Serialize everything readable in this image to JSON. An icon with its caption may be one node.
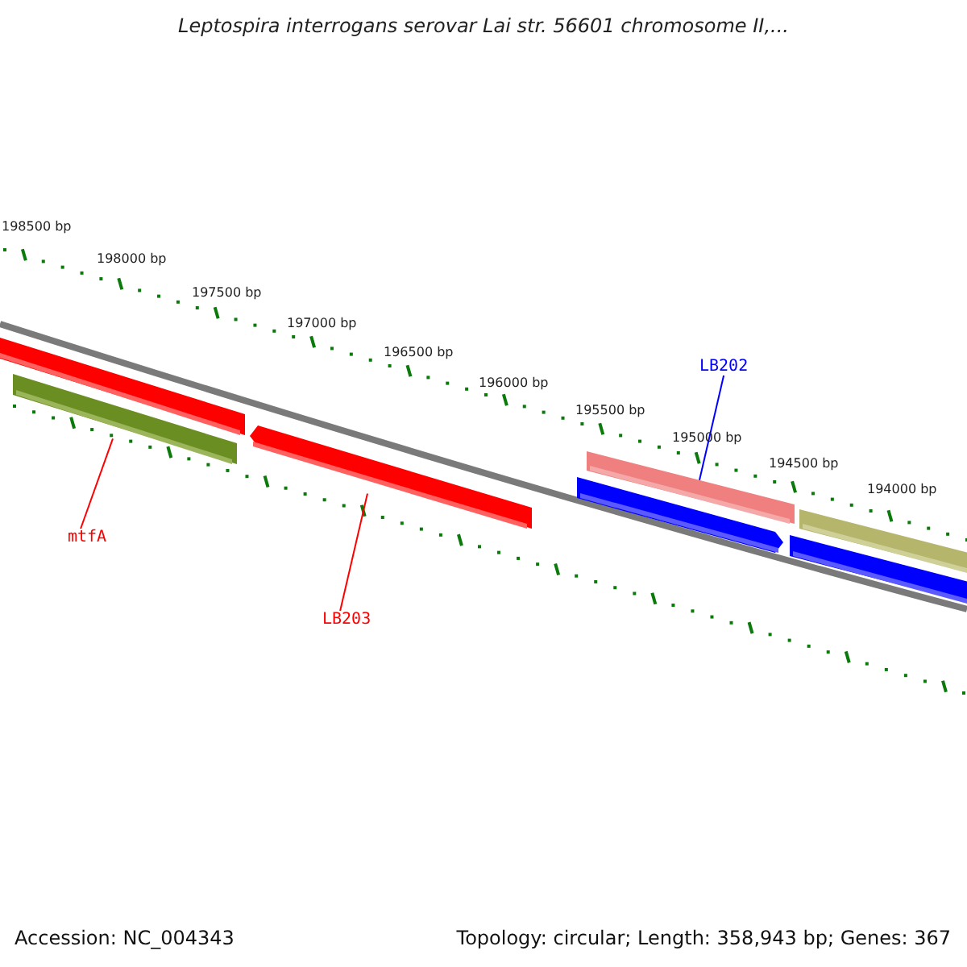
{
  "diagram": {
    "title": "Leptospira interrogans serovar Lai str. 56601 chromosome II,...",
    "nodes": [
      {
        "text": [],
        "shape": "bar"
      },
      {
        "text": [],
        "shape": "bar"
      },
      {
        "text": [],
        "shape": "bar"
      },
      {
        "text": [],
        "shape": "bar"
      },
      {
        "text": [],
        "shape": "bar"
      },
      {
        "text": [],
        "shape": "bar"
      },
      {
        "text": [],
        "shape": "bar"
      },
      {
        "text": [
          "LB202"
        ]
      },
      {
        "text": [
          "mtfA"
        ]
      },
      {
        "text": [
          "LB203"
        ]
      }
    ],
    "edges": [
      {
        "from": 7,
        "to": 3,
        "arrow": "none",
        "color": "#0000ff"
      },
      {
        "from": 8,
        "to": 2,
        "arrow": "none"
      },
      {
        "from": 9,
        "to": 1,
        "arrow": "none"
      }
    ],
    "labels": [
      "198500 bp",
      "198000 bp",
      "197500 bp",
      "197000 bp",
      "196500 bp",
      "196000 bp",
      "195500 bp",
      "195000 bp",
      "194500 bp",
      "194000 bp",
      "Accession: NC_004343",
      "Topology: circular; Length: 358,943 bp; Genes: 367"
    ]
  }
}
